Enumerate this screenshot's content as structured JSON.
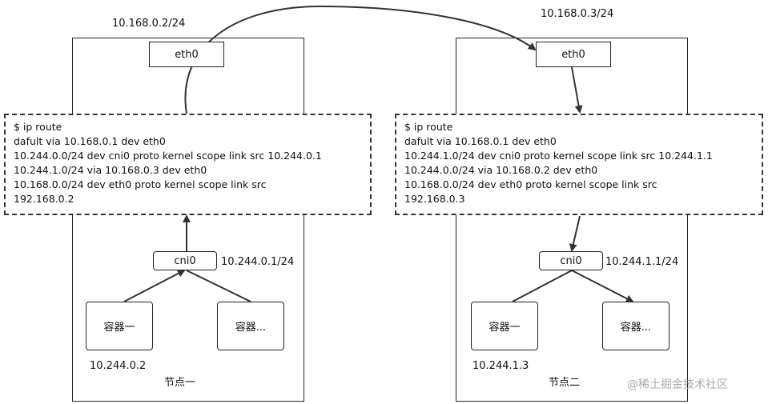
{
  "node1": {
    "name": "节点一",
    "host_ip": "10.168.0.2/24",
    "eth0": "eth0",
    "cni0": "cni0",
    "cni0_ip": "10.244.0.1/24",
    "container_a": "容器一",
    "container_b": "容器...",
    "container_a_ip": "10.244.0.2",
    "route": [
      "$ ip route",
      "dafult via 10.168.0.1 dev eth0",
      "10.244.0.0/24 dev cni0 proto kernel scope link src 10.244.0.1",
      "10.244.1.0/24 via 10.168.0.3 dev eth0",
      "10.168.0.0/24 dev eth0 proto kernel scope link src",
      "192.168.0.2"
    ]
  },
  "node2": {
    "name": "节点二",
    "host_ip": "10.168.0.3/24",
    "eth0": "eth0",
    "cni0": "cni0",
    "cni0_ip": "10.244.1.1/24",
    "container_a": "容器一",
    "container_b": "容器...",
    "container_a_ip": "10.244.1.3",
    "route": [
      "$ ip route",
      "dafult via 10.168.0.1 dev eth0",
      "10.244.1.0/24 dev cni0 proto kernel scope link src 10.244.1.1",
      "10.244.0.0/24 via 10.168.0.2 dev eth0",
      "10.168.0.0/24 dev eth0 proto kernel scope link src",
      "192.168.0.3"
    ]
  },
  "watermark": "@稀土掘金技术社区"
}
